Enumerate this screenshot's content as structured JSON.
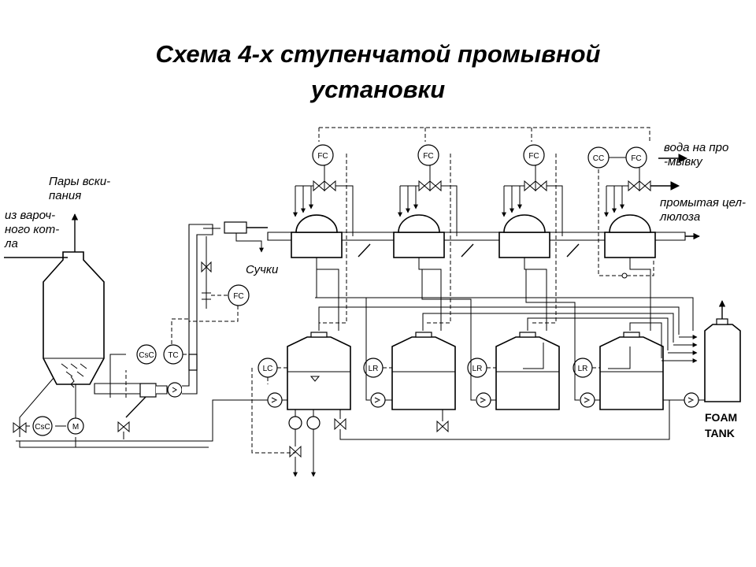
{
  "title": {
    "line1": "Схема 4-х ступенчатой промывной",
    "line2": "установки"
  },
  "labels": {
    "steam_l1": "Пары вски-",
    "steam_l2": "пания",
    "feed_l1": "из вароч-",
    "feed_l2": "ного кот-",
    "feed_l3": "ла",
    "knots": "Сучки",
    "water_l1": "вода на про",
    "water_l2": "-мывку",
    "pulp_l1": "промытая цел-",
    "pulp_l2": "люлоза",
    "foam_l1": "FOAM",
    "foam_l2": "TANK"
  },
  "instruments": {
    "fc": "FC",
    "cc": "CC",
    "lc": "LC",
    "lr": "LR",
    "tc": "TC",
    "csc": "CsC",
    "m": "M"
  }
}
